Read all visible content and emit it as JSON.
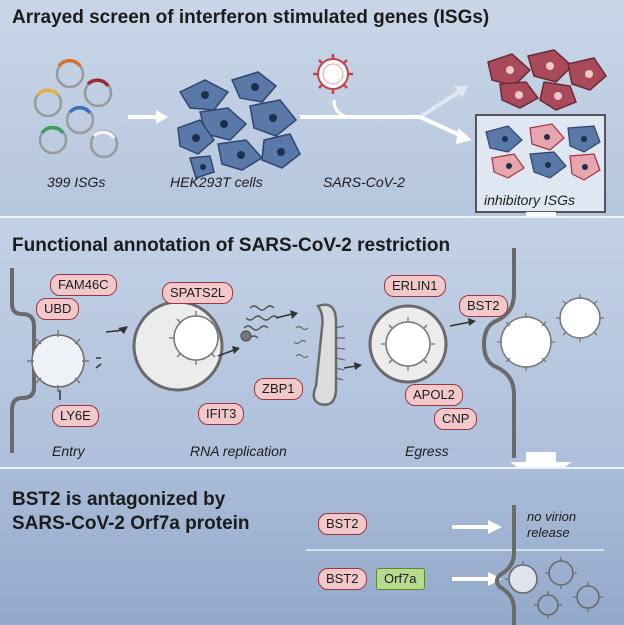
{
  "panel1": {
    "title": "Arrayed screen of interferon stimulated genes (ISGs)",
    "label_isgs": "399 ISGs",
    "label_cells": "HEK293T cells",
    "label_virus": "SARS-CoV-2",
    "label_inhibitory": "inhibitory ISGs"
  },
  "panel2": {
    "title": "Functional annotation of SARS-CoV-2 restriction",
    "pills": {
      "fam46c": "FAM46C",
      "ubd": "UBD",
      "ly6e": "LY6E",
      "spats2l": "SPATS2L",
      "zbp1": "ZBP1",
      "ifit3": "IFIT3",
      "erlin1": "ERLIN1",
      "bst2": "BST2",
      "apol2": "APOL2",
      "cnp": "CNP"
    },
    "stage_entry": "Entry",
    "stage_replication": "RNA replication",
    "stage_egress": "Egress"
  },
  "panel3": {
    "title_line1": "BST2 is antagonized by",
    "title_line2": "SARS-CoV-2 Orf7a protein",
    "bst2_top": "BST2",
    "no_virion_line1": "no virion",
    "no_virion_line2": "release",
    "bst2_bottom": "BST2",
    "orf7a": "Orf7a"
  },
  "colors": {
    "pill_fill": "#f2c9cb",
    "pill_border": "#a0353f",
    "orf7a_fill": "#b8d98e",
    "cell_blue": "#5a78a8",
    "cell_red": "#a84a5a",
    "virus_red": "#c0444f"
  },
  "icons": [
    "plasmid-icon",
    "cell-icon",
    "virus-icon",
    "arrow-icon",
    "membrane-icon",
    "vesicle-icon",
    "rna-icon"
  ]
}
